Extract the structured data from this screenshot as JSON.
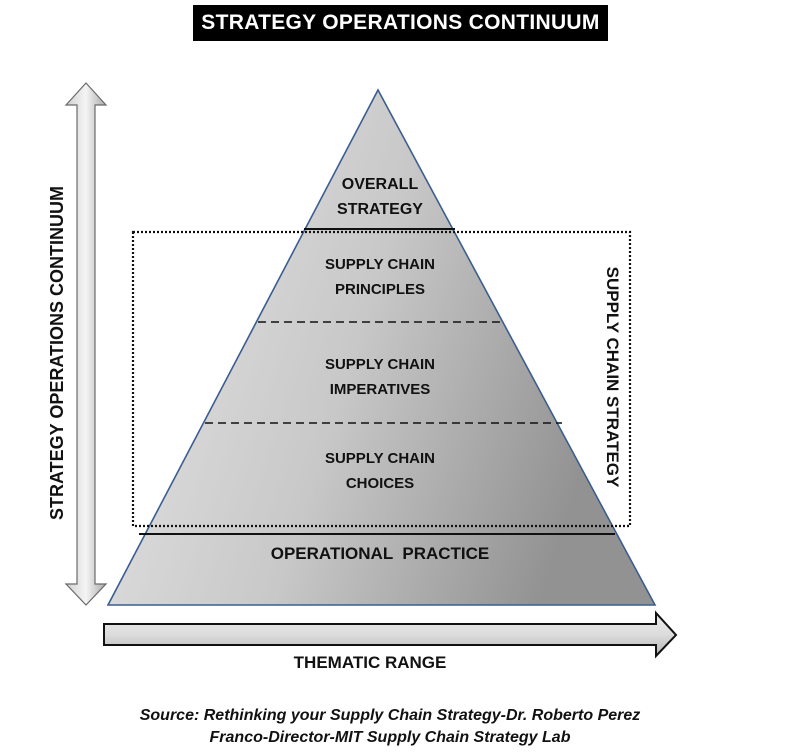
{
  "title": "STRATEGY OPERATIONS CONTINUUM",
  "left_axis": {
    "label": "STRATEGY OPERATIONS CONTINUUM",
    "arrow": "double-vertical-arrow"
  },
  "bottom_axis": {
    "label": "THEMATIC RANGE",
    "arrow": "right-arrow"
  },
  "bracket": {
    "label": "SUPPLY CHAIN STRATEGY"
  },
  "pyramid": {
    "levels": [
      {
        "line1": "OVERALL",
        "line2": "STRATEGY"
      },
      {
        "line1": "SUPPLY CHAIN",
        "line2": "PRINCIPLES"
      },
      {
        "line1": "SUPPLY CHAIN",
        "line2": "IMPERATIVES"
      },
      {
        "line1": "SUPPLY CHAIN",
        "line2": "CHOICES"
      },
      {
        "line1": "OPERATIONAL  PRACTICE"
      }
    ],
    "colors": {
      "fill_light": "#e6e6e6",
      "fill_dark": "#9a9a9a",
      "outline": "#3a5f8f"
    }
  },
  "source": {
    "line1": "Source: Rethinking your Supply Chain Strategy-Dr. Roberto Perez",
    "line2": "Franco-Director-MIT Supply Chain Strategy Lab"
  }
}
